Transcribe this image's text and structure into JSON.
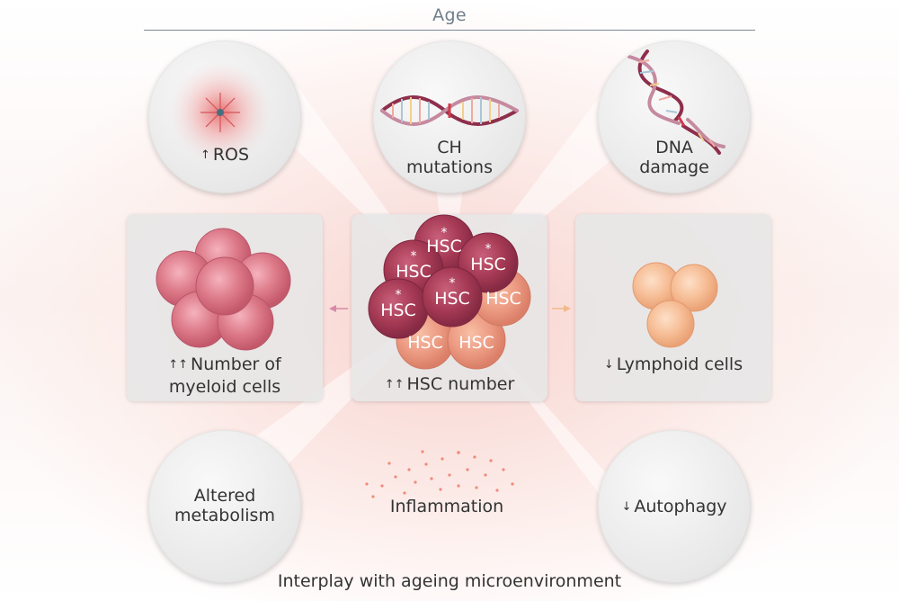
{
  "header": {
    "axis_label": "Age"
  },
  "top_circles": {
    "ros": {
      "arrow": "↑",
      "label": "ROS"
    },
    "ch": {
      "line1": "CH",
      "line2": "mutations"
    },
    "dna": {
      "line1": "DNA",
      "line2": "damage"
    }
  },
  "panels": {
    "myeloid": {
      "arrow": "↑↑",
      "line1": "Number of",
      "line2": "myeloid cells"
    },
    "hsc": {
      "arrow": "↑↑",
      "label": "HSC number",
      "cell_label": "HSC",
      "mutation_marker": "*"
    },
    "lymphoid": {
      "arrow": "↓",
      "label": "Lymphoid cells"
    }
  },
  "bottom": {
    "metabolism": {
      "line1": "Altered",
      "line2": "metabolism"
    },
    "inflammation": {
      "label": "Inflammation"
    },
    "autophagy": {
      "arrow": "↓",
      "label": "Autophagy"
    }
  },
  "footer": {
    "label": "Interplay with ageing microenvironment"
  },
  "colors": {
    "myeloid_cell": "#d9707f",
    "mutant_hsc": "#a63a55",
    "normal_hsc": "#ec9a82",
    "lymphoid_cell": "#f2b58c",
    "left_arrow": "#d88aa8",
    "right_arrow": "#f2b98a",
    "axis_line": "#7b8a96"
  }
}
